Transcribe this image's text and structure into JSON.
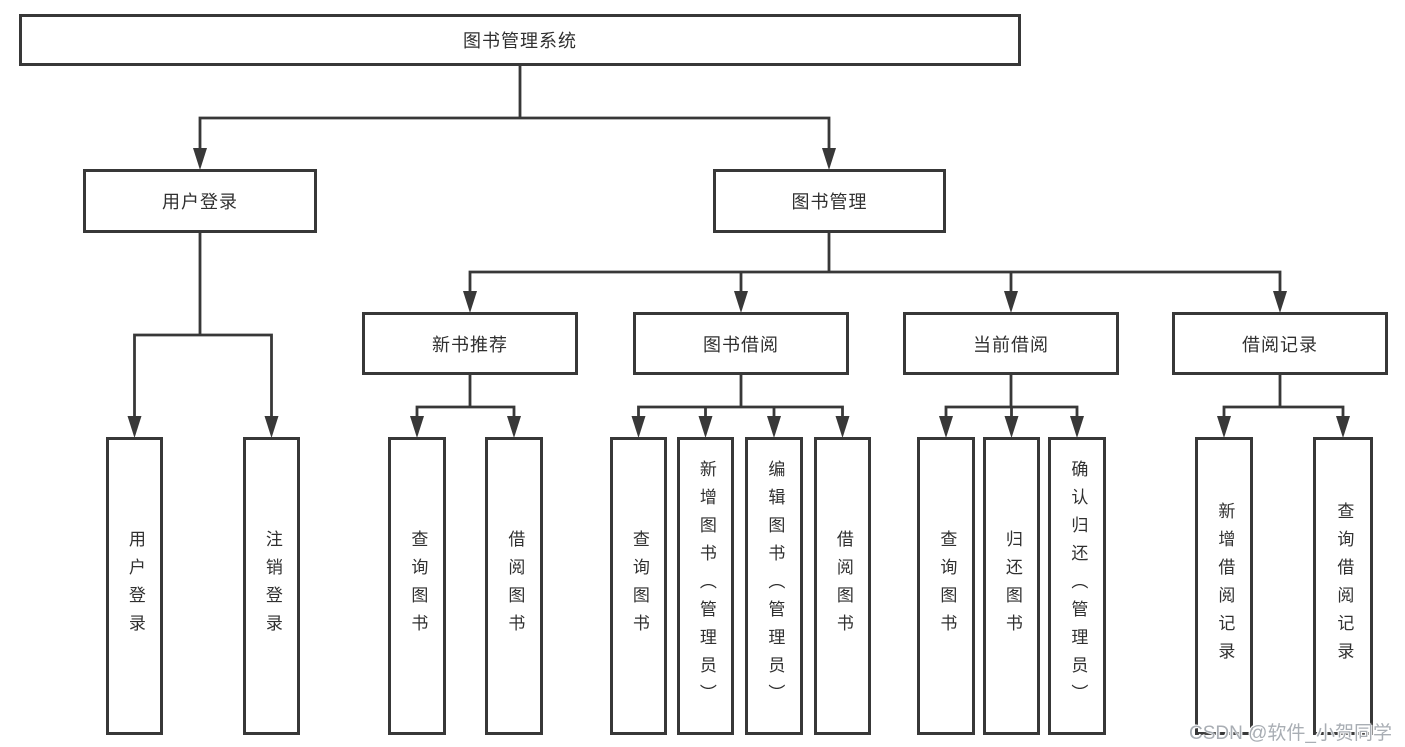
{
  "diagram": {
    "title": "图书管理系统",
    "colors": {
      "line": "#383838",
      "box_border": "#383838",
      "text": "#303030",
      "background": "#ffffff",
      "watermark": "#a9aeb4"
    },
    "level2": [
      {
        "label": "用户登录",
        "children": [
          "用户登录",
          "注销登录"
        ]
      },
      {
        "label": "图书管理",
        "modules": [
          {
            "label": "新书推荐",
            "children": [
              "查询图书",
              "借阅图书"
            ]
          },
          {
            "label": "图书借阅",
            "children": [
              "查询图书",
              "新增图书（管理员）",
              "编辑图书（管理员）",
              "借阅图书"
            ]
          },
          {
            "label": "当前借阅",
            "children": [
              "查询图书",
              "归还图书",
              "确认归还（管理员）"
            ]
          },
          {
            "label": "借阅记录",
            "children": [
              "新增借阅记录",
              "查询借阅记录"
            ]
          }
        ]
      }
    ]
  },
  "watermark": {
    "text": "CSDN @软件_小贺同学"
  }
}
